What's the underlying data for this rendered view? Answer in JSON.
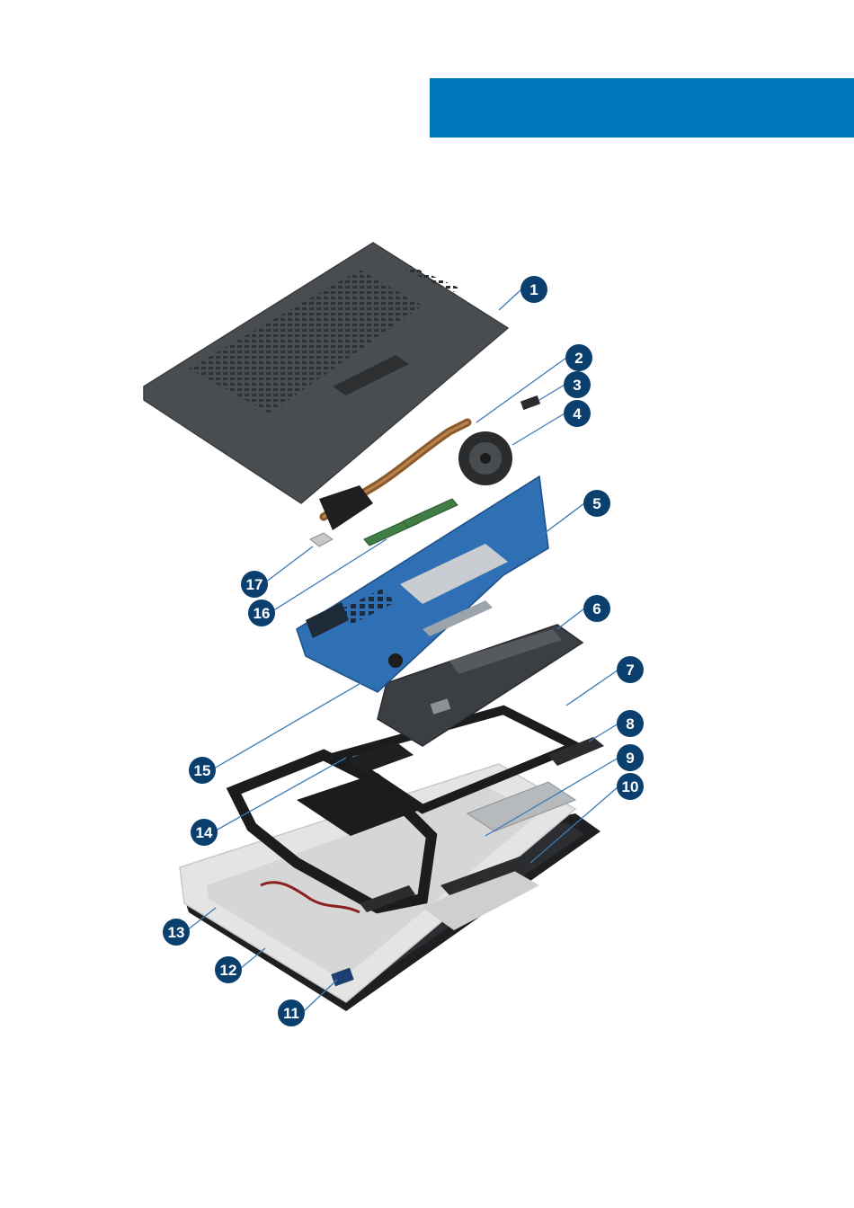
{
  "colors": {
    "header": "#0076be",
    "callout": "#0b3f6e",
    "leader": "#3a79b5",
    "chassis": "#4a4d50",
    "board": "#2f6fb3",
    "battery": "#3b3e42",
    "palmrest": "#e8e8e8",
    "frame": "#1e1f21",
    "copper": "#8a5a2b"
  },
  "callouts": [
    "1",
    "2",
    "3",
    "4",
    "5",
    "6",
    "7",
    "8",
    "9",
    "10",
    "11",
    "12",
    "13",
    "14",
    "15",
    "16",
    "17"
  ]
}
